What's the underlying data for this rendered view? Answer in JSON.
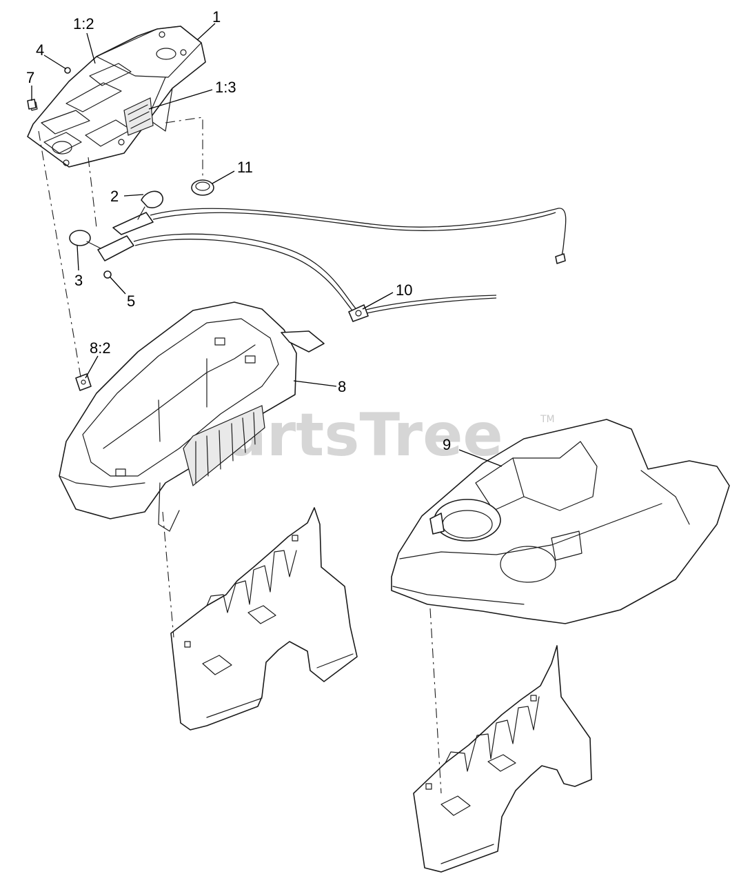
{
  "watermark": {
    "text": "PartsTree",
    "tm": "TM"
  },
  "callouts": {
    "c1": "1",
    "c1_2": "1:2",
    "c1_3": "1:3",
    "c2": "2",
    "c3": "3",
    "c4": "4",
    "c5": "5",
    "c7": "7",
    "c8": "8",
    "c8_2": "8:2",
    "c9": "9",
    "c10": "10",
    "c11": "11"
  }
}
